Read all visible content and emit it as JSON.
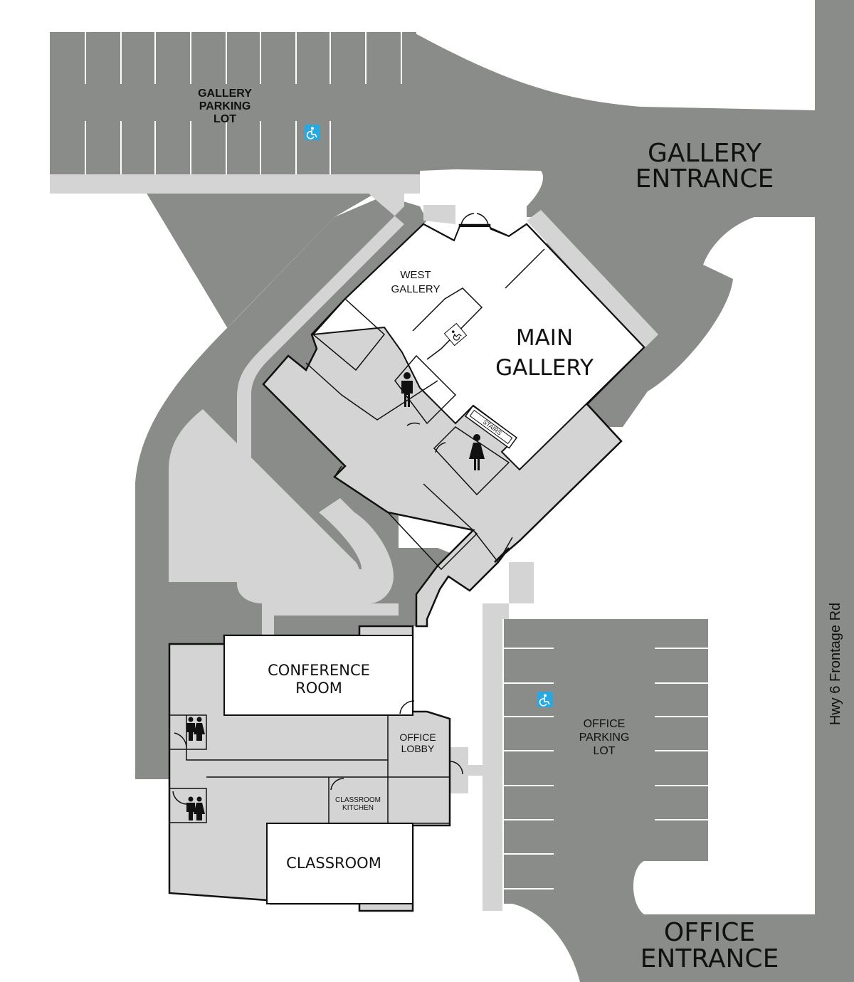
{
  "map": {
    "labels": {
      "gallery_parking": [
        "GALLERY",
        "PARKING",
        "LOT"
      ],
      "gallery_entrance": [
        "GALLERY",
        "ENTRANCE"
      ],
      "west_gallery": [
        "WEST",
        "GALLERY"
      ],
      "main_gallery": [
        "MAIN",
        "GALLERY"
      ],
      "stairs": "STAIRS",
      "conference_room": [
        "CONFERENCE",
        "ROOM"
      ],
      "office_lobby": [
        "OFFICE",
        "LOBBY"
      ],
      "classroom_kitchen": [
        "CLASSROOM",
        "KITCHEN"
      ],
      "classroom": "CLASSROOM",
      "office_parking": [
        "OFFICE",
        "PARKING",
        "LOT"
      ],
      "office_entrance": [
        "OFFICE",
        "ENTRANCE"
      ],
      "road": "Hwy 6 Frontage Rd"
    },
    "icons": {
      "accessible_parking": "wheelchair-icon",
      "accessible_restroom": "wheelchair-icon",
      "mens_restroom": "man-icon",
      "womens_restroom": "woman-icon",
      "unisex_restroom": "family-restroom-icon"
    },
    "colors": {
      "road": "#8a8c89",
      "walkway": "#d4d4d4",
      "accessible_sign": "#29a8e0"
    }
  }
}
